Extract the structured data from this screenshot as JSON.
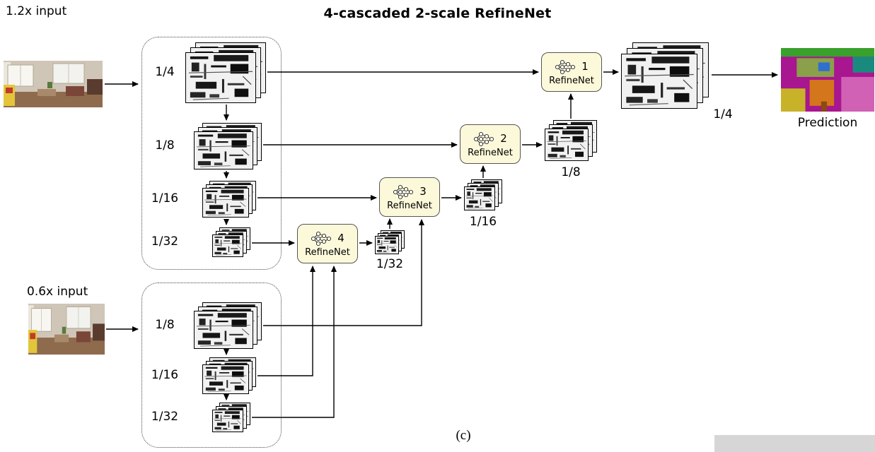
{
  "title": "4-cascaded 2-scale RefineNet",
  "caption": "(c)",
  "inputs": {
    "top": {
      "label": "1.2x input"
    },
    "bottom": {
      "label": "0.6x input"
    }
  },
  "top_branch": {
    "scales": [
      {
        "label": "1/4"
      },
      {
        "label": "1/8"
      },
      {
        "label": "1/16"
      },
      {
        "label": "1/32"
      }
    ]
  },
  "bottom_branch": {
    "scales": [
      {
        "label": "1/8"
      },
      {
        "label": "1/16"
      },
      {
        "label": "1/32"
      }
    ]
  },
  "refinenets": [
    {
      "number": "1",
      "label": "RefineNet"
    },
    {
      "number": "2",
      "label": "RefineNet"
    },
    {
      "number": "3",
      "label": "RefineNet"
    },
    {
      "number": "4",
      "label": "RefineNet"
    }
  ],
  "outputs": {
    "after_rn4": {
      "label": "1/32"
    },
    "after_rn3": {
      "label": "1/16"
    },
    "after_rn2": {
      "label": "1/8"
    },
    "after_rn1": {
      "label": "1/4"
    }
  },
  "prediction": {
    "label": "Prediction"
  },
  "colors": {
    "refinenet_bg": "#fcf9da",
    "refinenet_border": "#555555",
    "arrow": "#000000"
  }
}
